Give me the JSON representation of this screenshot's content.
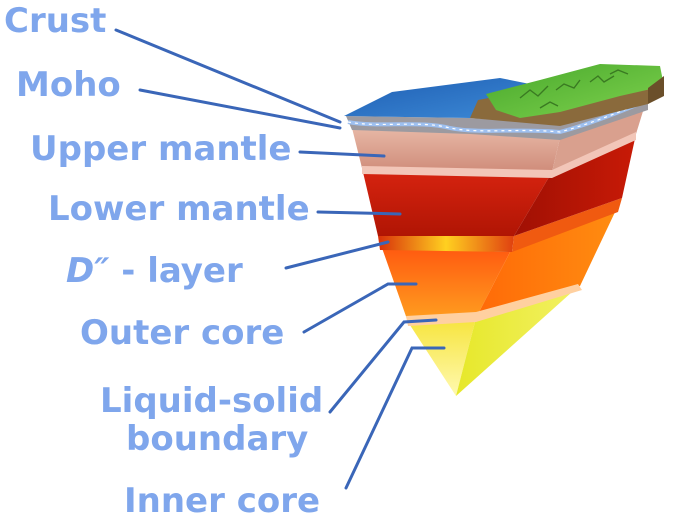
{
  "labels": {
    "crust": "Crust",
    "moho": "Moho",
    "upper_mantle": "Upper mantle",
    "lower_mantle": "Lower mantle",
    "d_layer_symbol": "D″",
    "d_layer_suffix": "- layer",
    "outer_core": "Outer core",
    "liquid_solid_line1": "Liquid-solid",
    "liquid_solid_line2": "boundary",
    "inner_core": "Inner core"
  },
  "colors": {
    "label_text": "#7fa6ec",
    "leader_line": "#3a66b8",
    "ocean": "#2f74c6",
    "land": "#5fbf3a",
    "crust_rock": "#8a6a3c",
    "moho_line": "#8ab0e6",
    "upper_mantle": "#d9a08e",
    "lower_mantle": "#c21d08",
    "d_layer": "#ff8800",
    "outer_core": "#ff7a00",
    "inner_core": "#f2ea3a"
  }
}
